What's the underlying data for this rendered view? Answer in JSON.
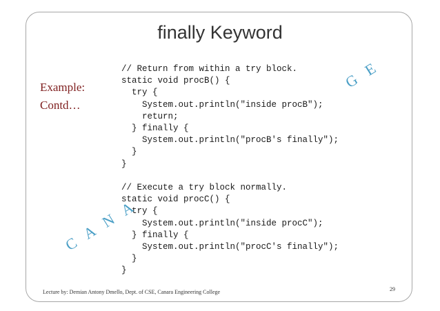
{
  "slide": {
    "title": "finally Keyword",
    "example_line1": "Example:",
    "example_line2": "Contd…",
    "code": "// Return from within a try block.\nstatic void procB() {\n  try {\n    System.out.println(\"inside procB\");\n    return;\n  } finally {\n    System.out.println(\"procB's finally\");\n  }\n}\n\n// Execute a try block normally.\nstatic void procC() {\n  try {\n    System.out.println(\"inside procC\");\n  } finally {\n    System.out.println(\"procC's finally\");\n  }\n}",
    "watermark_left": "C A N A",
    "watermark_right": "G E",
    "footer": "Lecture by: Demian Antony Dmello, Dept. of CSE, Canara Engineering College",
    "page_number": "29"
  },
  "colors": {
    "title": "#333333",
    "example_text": "#7f1f1f",
    "watermark": "#2c8fbd",
    "border": "#a6a6a6"
  }
}
